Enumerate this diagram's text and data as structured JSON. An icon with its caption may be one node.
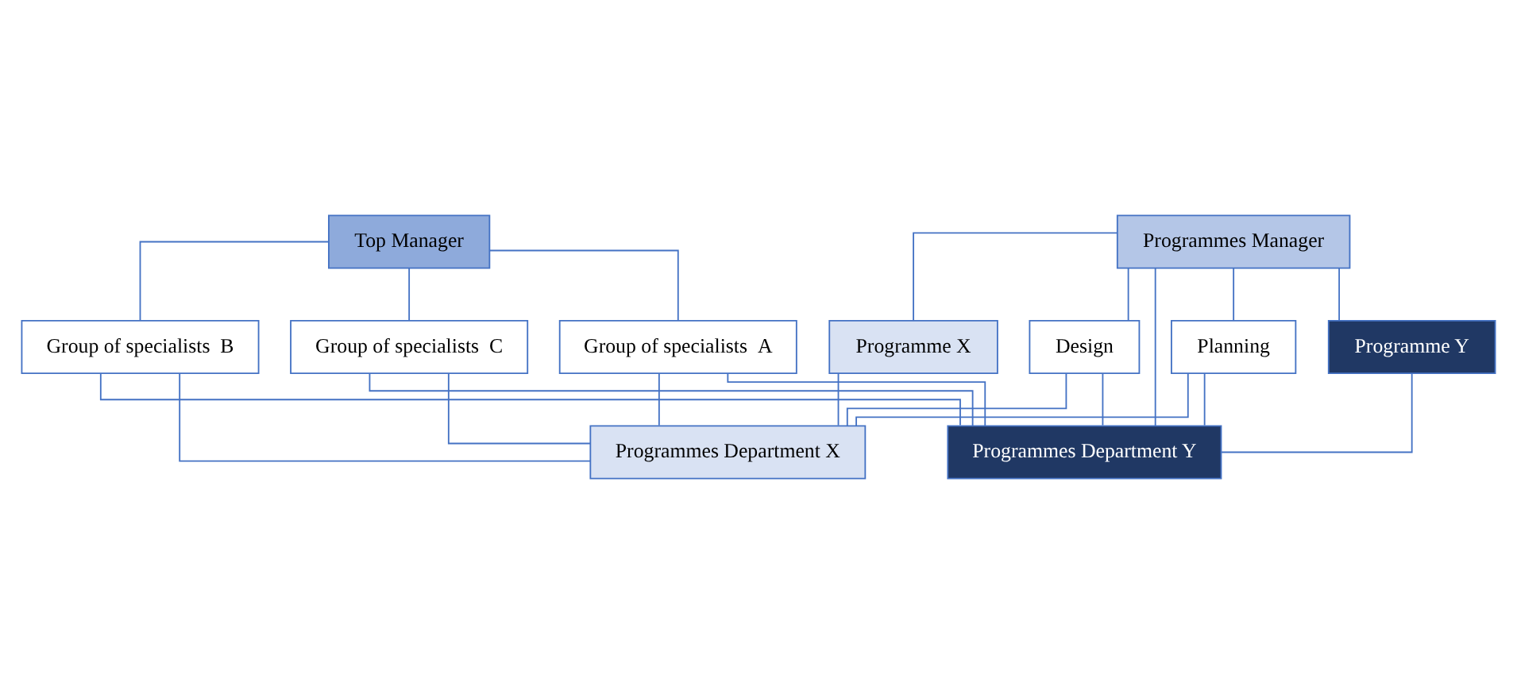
{
  "diagram": {
    "nodes": [
      {
        "text": [
          "Top Manager"
        ]
      },
      {
        "text": [
          "Programmes Manager"
        ]
      },
      {
        "text": [
          "Group of specialists  A"
        ]
      },
      {
        "text": [
          "Group of specialists  B"
        ]
      },
      {
        "text": [
          "Group of specialists  C"
        ]
      },
      {
        "text": [
          "Programme X"
        ]
      },
      {
        "text": [
          "Planning"
        ]
      },
      {
        "text": [
          "Design"
        ]
      },
      {
        "text": [
          "Programme Y"
        ]
      },
      {
        "text": [
          "Programmes Department X"
        ]
      },
      {
        "text": [
          "Programmes Department Y"
        ]
      }
    ],
    "edges": [
      {
        "from": 0,
        "to": 2,
        "arrow": "none"
      },
      {
        "from": 0,
        "to": 3,
        "arrow": "none"
      },
      {
        "from": 0,
        "to": 4,
        "arrow": "none"
      },
      {
        "from": 1,
        "to": 5,
        "arrow": "none"
      },
      {
        "from": 1,
        "to": 8,
        "arrow": "none"
      },
      {
        "from": 1,
        "to": 6,
        "arrow": "none"
      },
      {
        "from": 1,
        "to": 7,
        "arrow": "none"
      },
      {
        "from": 1,
        "to": 10,
        "arrow": "none"
      },
      {
        "from": 5,
        "to": 9,
        "arrow": "none"
      },
      {
        "from": 8,
        "to": 10,
        "arrow": "none"
      },
      {
        "from": 4,
        "to": 9,
        "arrow": "none"
      },
      {
        "from": 3,
        "to": 9,
        "arrow": "none"
      },
      {
        "from": 2,
        "to": 9,
        "arrow": "none"
      },
      {
        "from": 4,
        "to": 10,
        "arrow": "none"
      },
      {
        "from": 3,
        "to": 10,
        "arrow": "none"
      },
      {
        "from": 2,
        "to": 10,
        "arrow": "none"
      },
      {
        "from": 6,
        "to": 9,
        "arrow": "none"
      },
      {
        "from": 7,
        "to": 9,
        "arrow": "none"
      },
      {
        "from": 7,
        "to": 10,
        "arrow": "none"
      },
      {
        "from": 6,
        "to": 10,
        "arrow": "none"
      }
    ]
  }
}
